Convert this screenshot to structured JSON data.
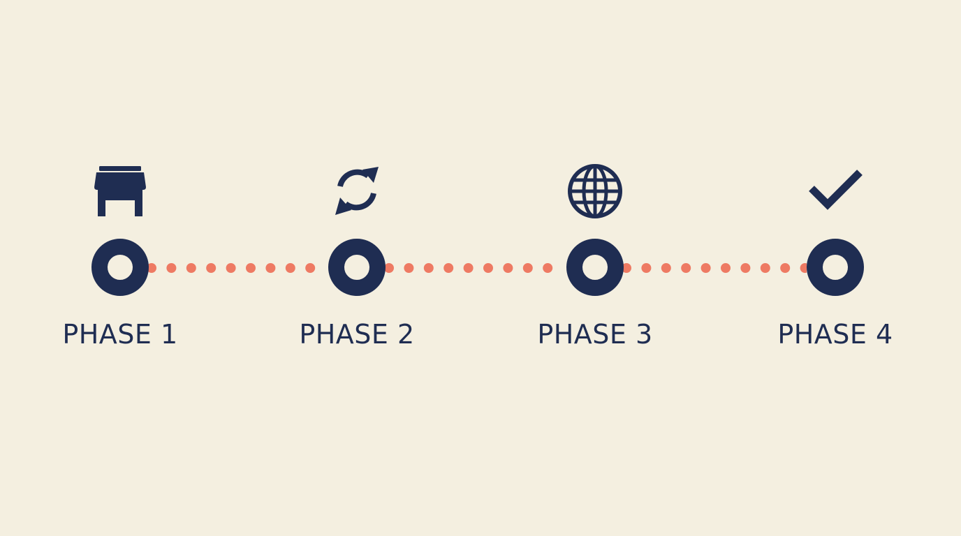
{
  "colors": {
    "background": "#f4efe0",
    "primary": "#1f2d52",
    "connector": "#ee7a63"
  },
  "phases": [
    {
      "label": "PHASE 1",
      "icon": "storefront-icon"
    },
    {
      "label": "PHASE 2",
      "icon": "refresh-icon"
    },
    {
      "label": "PHASE 3",
      "icon": "globe-icon"
    },
    {
      "label": "PHASE 4",
      "icon": "checkmark-icon"
    }
  ]
}
